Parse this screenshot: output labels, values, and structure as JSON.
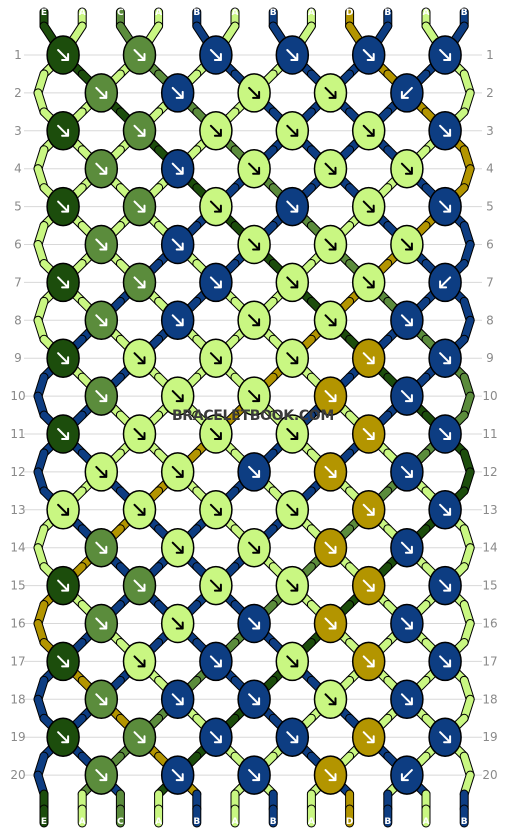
{
  "watermark": "BRACELETBOOK.COM",
  "colors": {
    "E": "#1c4d0c",
    "A": "#c9f782",
    "C": "#5b8c3c",
    "B": "#0d3d82",
    "D": "#b39500",
    "line": "#d8d8d8",
    "outline": "#000000"
  },
  "strands_top": [
    "E",
    "A",
    "C",
    "A",
    "B",
    "A",
    "B",
    "A",
    "D",
    "B",
    "A",
    "B"
  ],
  "strands_bottom": [
    "E",
    "A",
    "C",
    "A",
    "B",
    "A",
    "B",
    "A",
    "D",
    "B",
    "A",
    "B"
  ],
  "row_labels": [
    "1",
    "2",
    "3",
    "4",
    "5",
    "6",
    "7",
    "8",
    "9",
    "10",
    "11",
    "12",
    "13",
    "14",
    "15",
    "16",
    "17",
    "18",
    "19",
    "20"
  ],
  "knots": [
    [
      "E",
      "C",
      "B",
      "B",
      "B",
      "B"
    ],
    [
      "C",
      "B",
      "A",
      "A",
      "B"
    ],
    [
      "E",
      "C",
      "A",
      "A",
      "A",
      "B"
    ],
    [
      "C",
      "B",
      "A",
      "A",
      "A"
    ],
    [
      "E",
      "C",
      "A",
      "B",
      "A",
      "B"
    ],
    [
      "C",
      "B",
      "A",
      "A",
      "A"
    ],
    [
      "E",
      "C",
      "B",
      "A",
      "A",
      "B"
    ],
    [
      "C",
      "B",
      "A",
      "A",
      "B"
    ],
    [
      "E",
      "A",
      "A",
      "A",
      "D",
      "B"
    ],
    [
      "C",
      "A",
      "A",
      "D",
      "B"
    ],
    [
      "E",
      "A",
      "A",
      "A",
      "D",
      "B"
    ],
    [
      "A",
      "A",
      "B",
      "D",
      "B"
    ],
    [
      "A",
      "A",
      "A",
      "A",
      "D",
      "B"
    ],
    [
      "C",
      "A",
      "A",
      "D",
      "B"
    ],
    [
      "E",
      "C",
      "A",
      "A",
      "D",
      "B"
    ],
    [
      "C",
      "A",
      "B",
      "D",
      "B"
    ],
    [
      "E",
      "A",
      "B",
      "A",
      "D",
      "B"
    ],
    [
      "C",
      "B",
      "B",
      "A",
      "B"
    ],
    [
      "E",
      "C",
      "B",
      "B",
      "D",
      "B"
    ],
    [
      "C",
      "B",
      "B",
      "D",
      "B"
    ]
  ],
  "arrows": [
    [
      "f",
      "f",
      "f",
      "f",
      "f",
      "f"
    ],
    [
      "f",
      "f",
      "f",
      "f",
      "b"
    ],
    [
      "f",
      "f",
      "f",
      "f",
      "f",
      "f"
    ],
    [
      "f",
      "f",
      "f",
      "f",
      "f"
    ],
    [
      "f",
      "f",
      "f",
      "f",
      "f",
      "f"
    ],
    [
      "f",
      "f",
      "f",
      "f",
      "f"
    ],
    [
      "f",
      "f",
      "f",
      "f",
      "f",
      "b"
    ],
    [
      "f",
      "f",
      "f",
      "f",
      "f"
    ],
    [
      "f",
      "f",
      "f",
      "f",
      "f",
      "f"
    ],
    [
      "f",
      "f",
      "f",
      "f",
      "f"
    ],
    [
      "f",
      "f",
      "f",
      "f",
      "f",
      "f"
    ],
    [
      "f",
      "f",
      "f",
      "f",
      "f"
    ],
    [
      "f",
      "f",
      "f",
      "f",
      "f",
      "f"
    ],
    [
      "f",
      "f",
      "f",
      "f",
      "f"
    ],
    [
      "f",
      "f",
      "f",
      "f",
      "f",
      "f"
    ],
    [
      "f",
      "f",
      "f",
      "f",
      "f"
    ],
    [
      "f",
      "f",
      "f",
      "f",
      "f",
      "f"
    ],
    [
      "f",
      "f",
      "f",
      "f",
      "f"
    ],
    [
      "f",
      "f",
      "f",
      "f",
      "f",
      "f"
    ],
    [
      "f",
      "f",
      "f",
      "f",
      "b"
    ]
  ]
}
